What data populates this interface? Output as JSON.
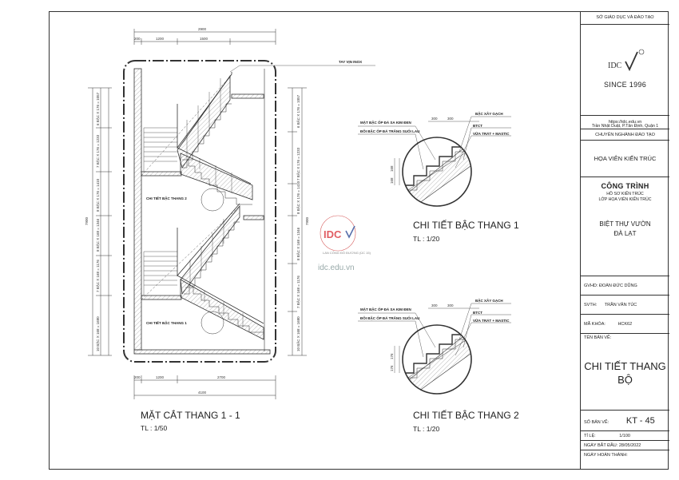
{
  "titleblock": {
    "org": "SỞ GIÁO DỤC VÀ ĐÀO TẠO",
    "logo_text": "IDC",
    "since": "SINCE 1996",
    "address": "Trần Nhật Duật, P.Tân Định, Quận 1",
    "website": "https://idc.edu.vn",
    "department": "CHUYÊN NGHÀNH ĐÀO TẠO",
    "major": "HỌA VIÊN KIẾN TRÚC",
    "project_heading": "CÔNG TRÌNH",
    "project_line1": "HỒ SƠ KIẾN TRÚC",
    "project_line2": "LỚP HỌA VIÊN KIẾN TRÚC",
    "project_name_1": "BIỆT THỰ VƯỜN",
    "project_name_2": "ĐÀ LẠT",
    "gvhd_label": "GVHD:",
    "gvhd_value": "ĐOÀN ĐỨC DŨNG",
    "svth_label": "SVTH:",
    "svth_value": "TRẦN VĂN TÚC",
    "makhoa_label": "MÃ KHÓA:",
    "makhoa_value": "HCK62",
    "drawing_name_label": "TÊN BẢN VẼ:",
    "drawing_name_1": "CHI TIẾT THANG",
    "drawing_name_2": "BỘ",
    "drawing_no_label": "SỐ BẢN VẼ:",
    "drawing_no_value": "KT - 45",
    "scale_label": "TỈ LỆ:",
    "scale_value": "1/100",
    "start_label": "NGÀY BẮT ĐẦU:",
    "start_value": "28/05/2022",
    "end_label": "NGÀY HOÀN THÀNH:"
  },
  "section": {
    "title": "MẶT CẮT THANG 1 - 1",
    "scale": "TL : 1/50",
    "note_handrail": "TAY VỊN INOX",
    "detail_ref_2": "CHI TIẾT BẬC THANG 2",
    "detail_ref_1": "CHI TIẾT BẬC THANG 1",
    "dims_top": [
      "2900",
      "200",
      "1200",
      "1500"
    ],
    "dims_bottom": [
      "200",
      "1200",
      "2700",
      "4100"
    ],
    "dim_height": "7900",
    "dims_left": [
      "6 BẬC X 176 = 1057",
      "7 BẬC X 176 = 1233",
      "8 BẬC X 176 = 1410",
      "8 BẬC X 168 = 1346",
      "7 BẬC X 168 = 1176",
      "10 BẬC X 168 = 1680"
    ],
    "watermark_text": "LAN CÔNG ĐỒ ĐƯƠNG (ÚC 15)",
    "watermark_site": "idc.edu.vn"
  },
  "detail1": {
    "title": "CHI TIẾT BẬC THANG 1",
    "scale": "TL : 1/20",
    "note_a": "MẶT BẬC ỐP ĐÁ SA KIM ĐEN",
    "note_b": "ĐÔI BẬC ỐP ĐÁ TRẮNG SUỐI LAU",
    "note_c": "BẬC XÂY GẠCH",
    "note_d": "BTCT",
    "note_e": "VỮA TRÁT + MASTIC",
    "dim_a": "300",
    "dim_b": "300",
    "dim_c": "168",
    "dim_d": "168"
  },
  "detail2": {
    "title": "CHI TIẾT BẬC THANG 2",
    "scale": "TL : 1/20",
    "note_a": "MẶT BẬC ỐP ĐÁ SA KIM ĐEN",
    "note_b": "ĐÔI BẬC ỐP ĐÁ TRẮNG SUỐI LAU",
    "note_c": "BẬC XÂY GẠCH",
    "note_d": "BTCT",
    "note_e": "VỮA TRÁT + MASTIC",
    "dim_a": "300",
    "dim_b": "300",
    "dim_c": "176",
    "dim_d": "176"
  },
  "colors": {
    "line": "#333333",
    "hatch": "#777777",
    "logo_red": "#d7282f",
    "logo_blue": "#1f3f8f"
  }
}
